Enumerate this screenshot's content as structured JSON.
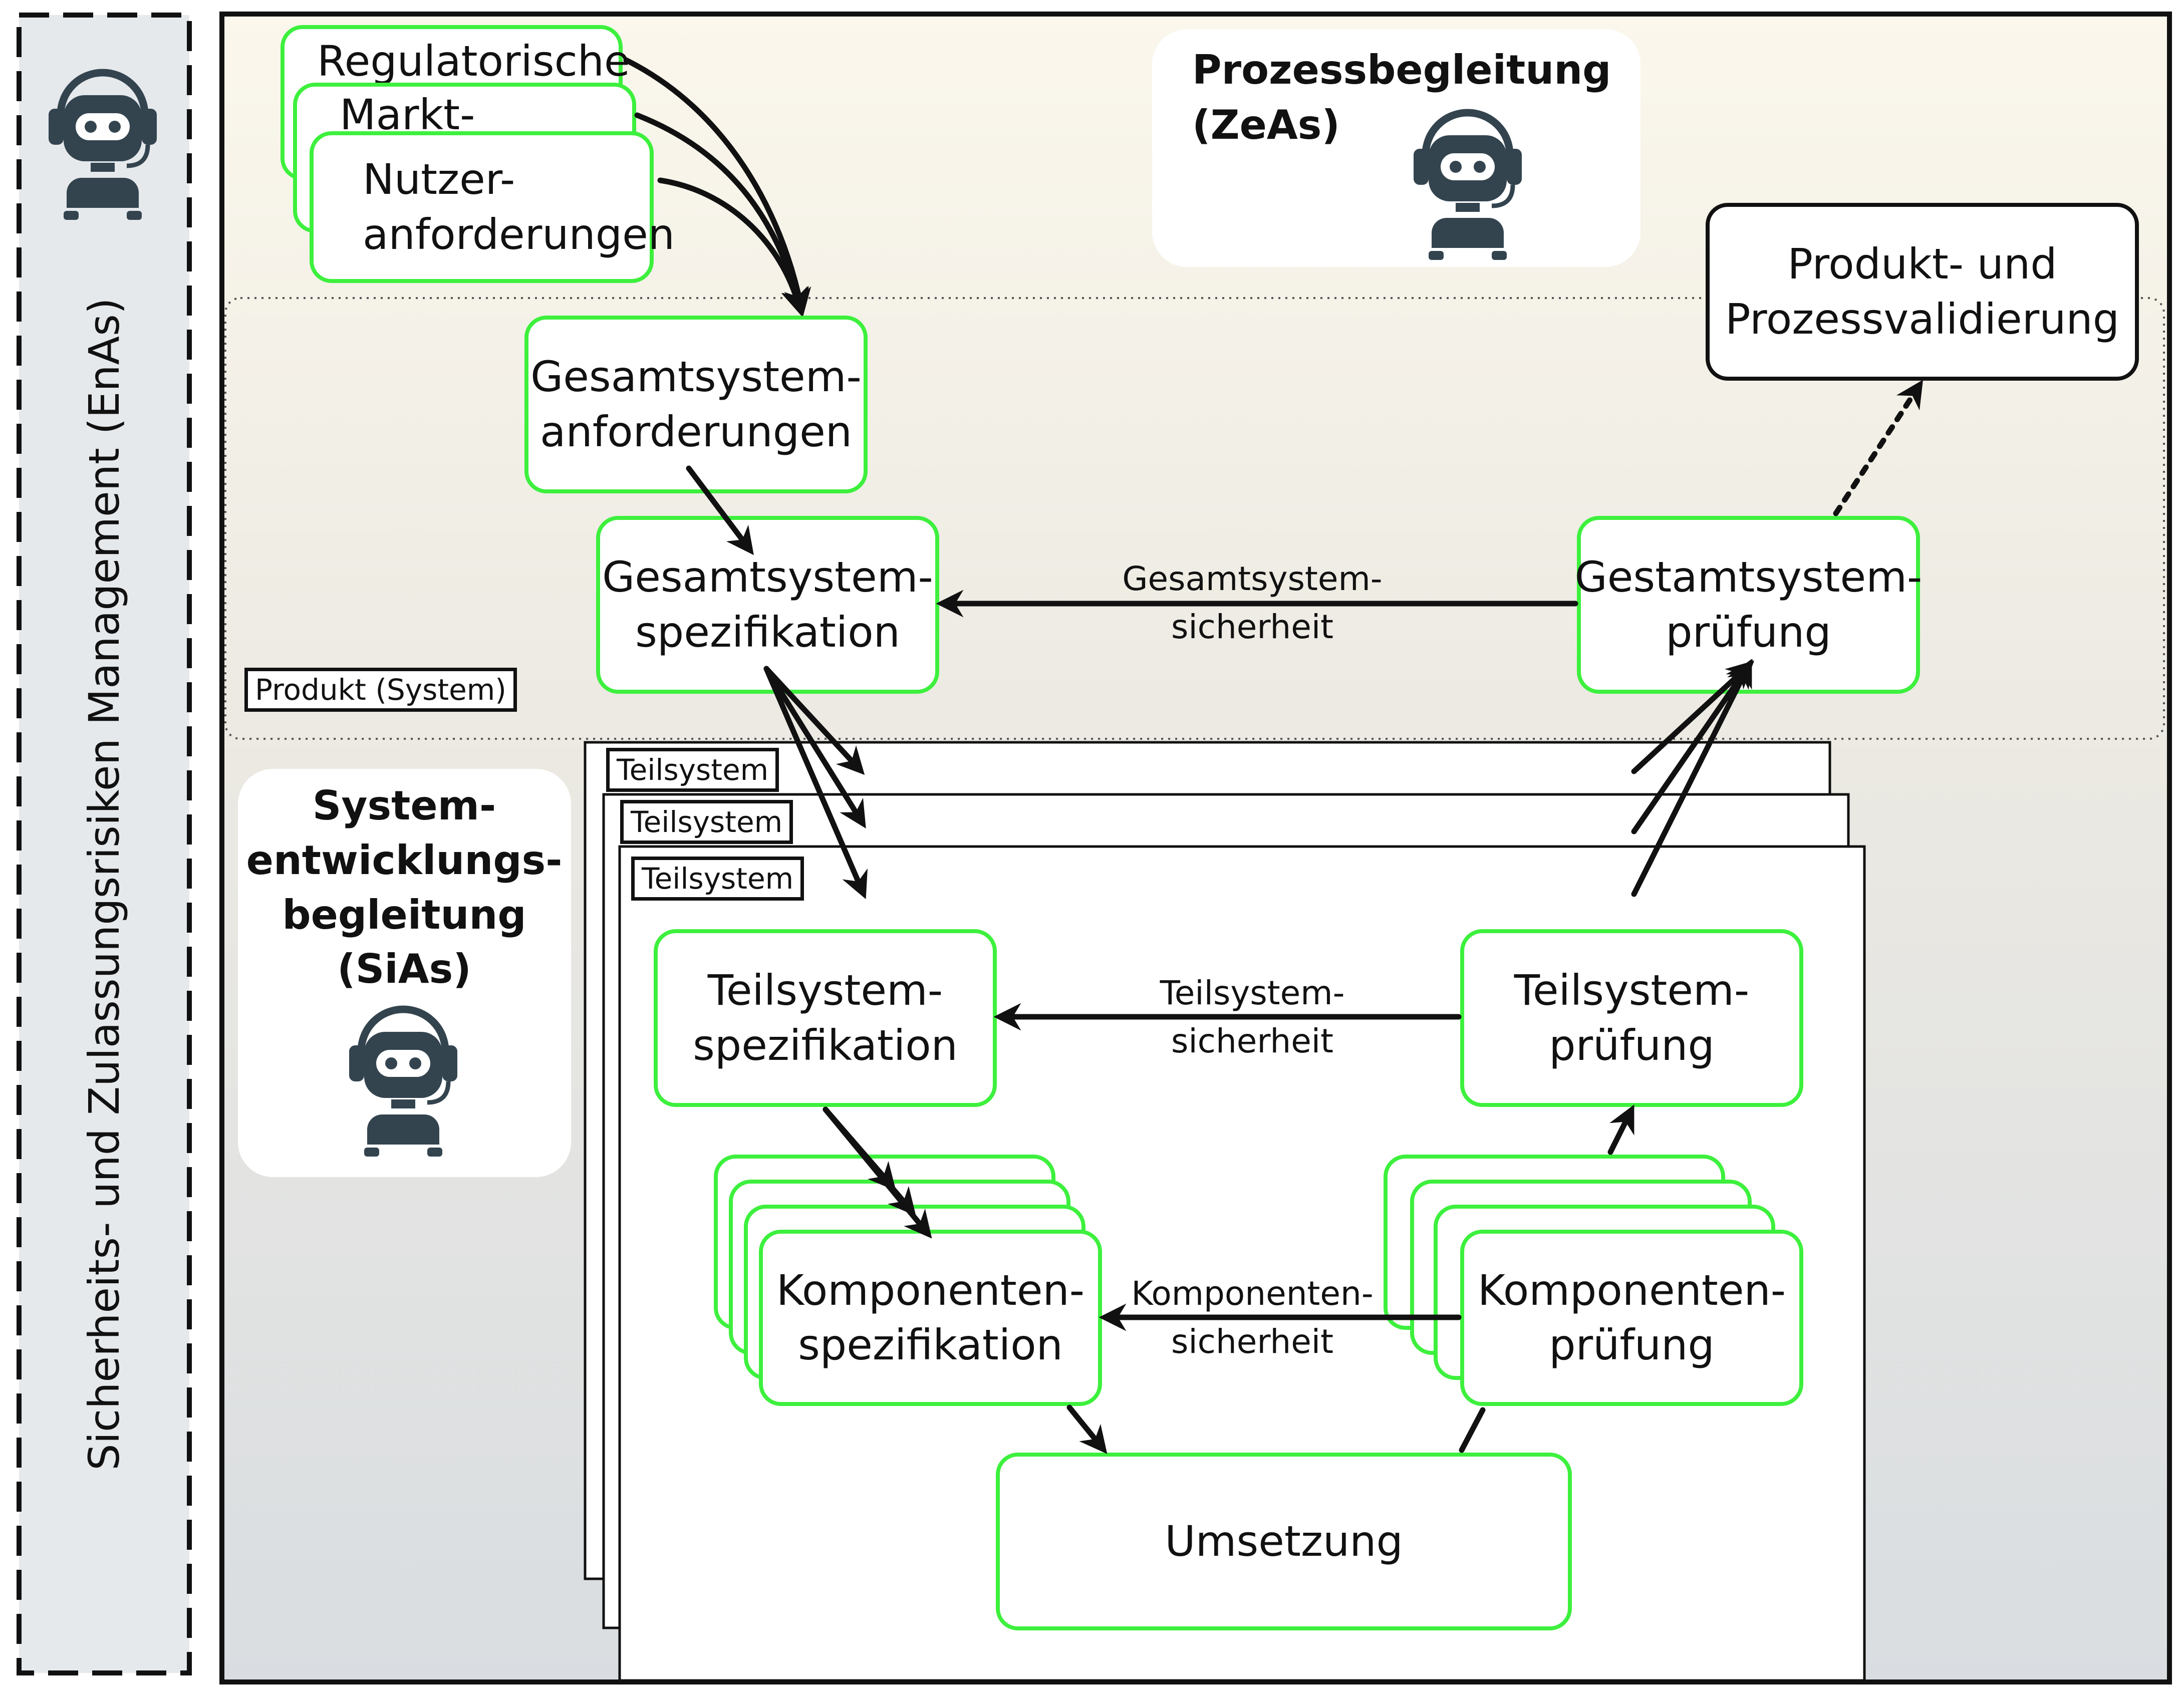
{
  "left_panel": {
    "label": "Sicherheits- und Zulassungsrisiken Management (EnAs)",
    "icon": "robot-icon"
  },
  "prozess": {
    "line1": "Prozessbegleitung",
    "line2": "(ZeAs)",
    "icon": "robot-icon"
  },
  "sias": {
    "line1": "System-",
    "line2": "entwicklungs-",
    "line3": "begleitung",
    "line4": "(SiAs)",
    "icon": "robot-icon"
  },
  "inputs": {
    "regulatorische": "Regulatorische",
    "markt": "Markt-",
    "nutzer_1": "Nutzer-",
    "nutzer_2": "anforderungen"
  },
  "produkt_tag": "Produkt (System)",
  "validierung": {
    "line1": "Produkt- und",
    "line2": "Prozessvalidierung"
  },
  "gesamt_anforderungen": {
    "line1": "Gesamtsystem-",
    "line2": "anforderungen"
  },
  "gesamt_spezifikation": {
    "line1": "Gesamtsystem-",
    "line2": "spezifikation"
  },
  "gesamt_pruefung": {
    "line1": "Gestamtsystem-",
    "line2": "prüfung"
  },
  "gesamt_sicherheit": {
    "line1": "Gesamtsystem-",
    "line2": "sicherheit"
  },
  "teilsystem_tags": [
    "Teilsystem",
    "Teilsystem",
    "Teilsystem"
  ],
  "teil_spezifikation": {
    "line1": "Teilsystem-",
    "line2": "spezifikation"
  },
  "teil_pruefung": {
    "line1": "Teilsystem-",
    "line2": "prüfung"
  },
  "teil_sicherheit": {
    "line1": "Teilsystem-",
    "line2": "sicherheit"
  },
  "komp_spezifikation": {
    "line1": "Komponenten-",
    "line2": "spezifikation"
  },
  "komp_pruefung": {
    "line1": "Komponenten-",
    "line2": "prüfung"
  },
  "komp_sicherheit": {
    "line1": "Komponenten-",
    "line2": "sicherheit"
  },
  "umsetzung": "Umsetzung",
  "colors": {
    "accent_green": "#3df03d",
    "robot": "#33444f",
    "dark": "#111111"
  }
}
